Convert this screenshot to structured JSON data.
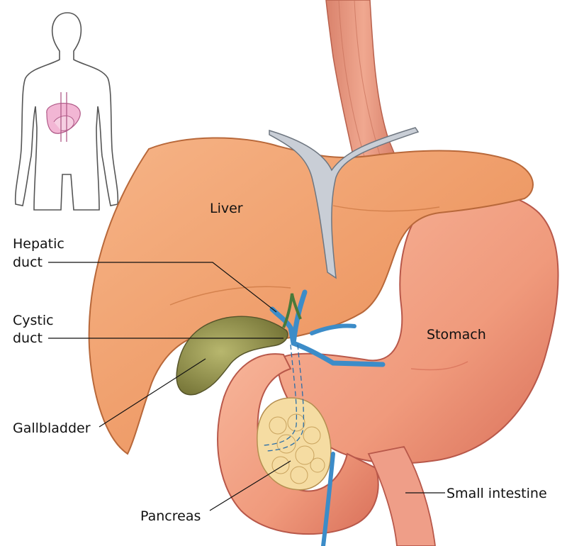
{
  "labels": {
    "liver": "Liver",
    "hepatic_duct_1": "Hepatic",
    "hepatic_duct_2": "duct",
    "cystic_duct_1": "Cystic",
    "cystic_duct_2": "duct",
    "stomach": "Stomach",
    "gallbladder": "Gallbladder",
    "pancreas": "Pancreas",
    "small_intestine": "Small intestine"
  },
  "colors": {
    "liver": "#f0a16e",
    "liver_dark": "#c96a3c",
    "stomach": "#f2a080",
    "stomach_dark": "#d2664a",
    "gallbladder": "#8b8a4a",
    "pancreas": "#f4dca0",
    "duct": "#3c8cc8",
    "esophagus": "#e58a70",
    "figure_highlight": "#f2b6d4"
  }
}
